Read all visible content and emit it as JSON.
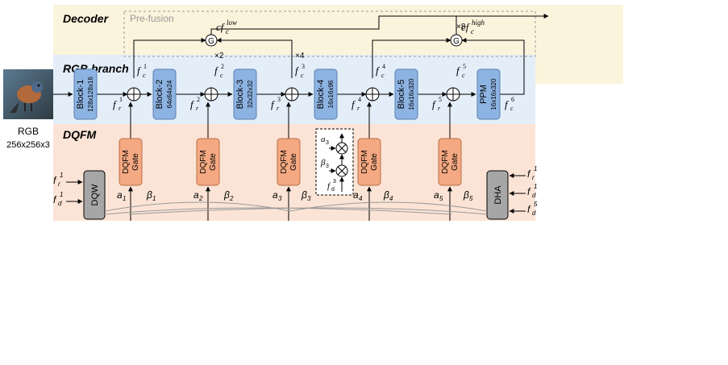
{
  "sections": {
    "decoder": "Decoder",
    "rgb_branch": "RGB branch",
    "dqfm": "DQFM",
    "pre_fusion": "Pre-fusion"
  },
  "inputs": {
    "rgb_label": "RGB",
    "rgb_size": "256x256x3"
  },
  "rgb_blocks": [
    {
      "name": "Block-1",
      "size": "128x128x16"
    },
    {
      "name": "Block-2",
      "size": "64x64x24"
    },
    {
      "name": "Block-3",
      "size": "32x32x32"
    },
    {
      "name": "Block-4",
      "size": "16x16x96"
    },
    {
      "name": "Block-5",
      "size": "16x16x320"
    },
    {
      "name": "PPM",
      "size": "16x16x320"
    }
  ],
  "dqfm_gates": [
    "DQFM\nGate",
    "DQFM\nGate",
    "DQFM\nGate",
    "DQFM\nGate",
    "DQFM\nGate"
  ],
  "dqw": "DQW",
  "dha": "DHA",
  "multipliers": {
    "x2": "×2",
    "x4": "×4",
    "x8": "×8"
  },
  "colors": {
    "decoder_bg": "#fbf3dc",
    "rgb_bg": "#e3eef9",
    "dqfm_bg": "#fbe4d6",
    "rgb_block": "#8db3e2",
    "dqfm_gate": "#f4a982",
    "dqw_dha": "#a6a6a6"
  }
}
